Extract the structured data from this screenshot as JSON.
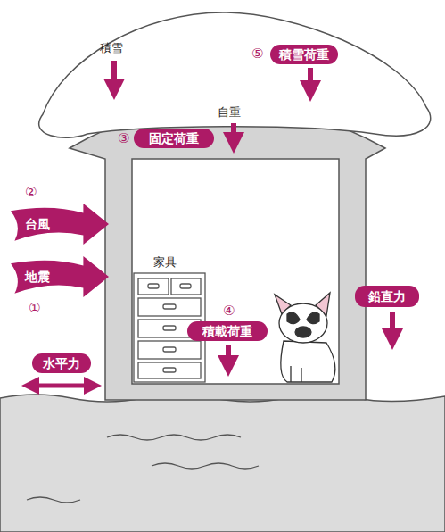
{
  "diagram": {
    "nodes": [
      {
        "text": [
          "積雪荷重"
        ]
      },
      {
        "text": [
          "固定荷重"
        ]
      },
      {
        "text": [
          "台風"
        ]
      },
      {
        "text": [
          "地震"
        ]
      },
      {
        "text": [
          "積載荷重"
        ]
      },
      {
        "text": [
          "鉛直力"
        ]
      },
      {
        "text": [
          "水平力"
        ]
      }
    ],
    "labels": [
      "積雪",
      "⑤",
      "自重",
      "③",
      "②",
      "①",
      "家具",
      "④"
    ]
  }
}
